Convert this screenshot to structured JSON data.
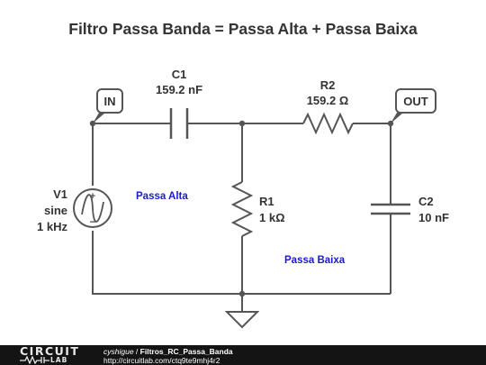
{
  "title": "Filtro Passa Banda = Passa Alta + Passa Baixa",
  "components": {
    "c1": {
      "name": "C1",
      "value": "159.2 nF"
    },
    "r2": {
      "name": "R2",
      "value": "159.2 Ω"
    },
    "r1": {
      "name": "R1",
      "value": "1 kΩ"
    },
    "c2": {
      "name": "C2",
      "value": "10 nF"
    },
    "v1": {
      "name": "V1",
      "type": "sine",
      "freq": "1 kHz"
    }
  },
  "ports": {
    "in": "IN",
    "out": "OUT"
  },
  "regions": {
    "high_pass": "Passa Alta",
    "low_pass": "Passa Baixa"
  },
  "colors": {
    "wire": "#555555",
    "region_label": "#1a1acc",
    "footer_bg": "#141414"
  },
  "footer": {
    "logo_top": "CIRCUIT",
    "logo_bottom": "LAB",
    "author": "cyshigue",
    "separator": " / ",
    "project": "Filtros_RC_Passa_Banda",
    "url": "http://circuitlab.com/ctq9te9mhj4r2"
  }
}
